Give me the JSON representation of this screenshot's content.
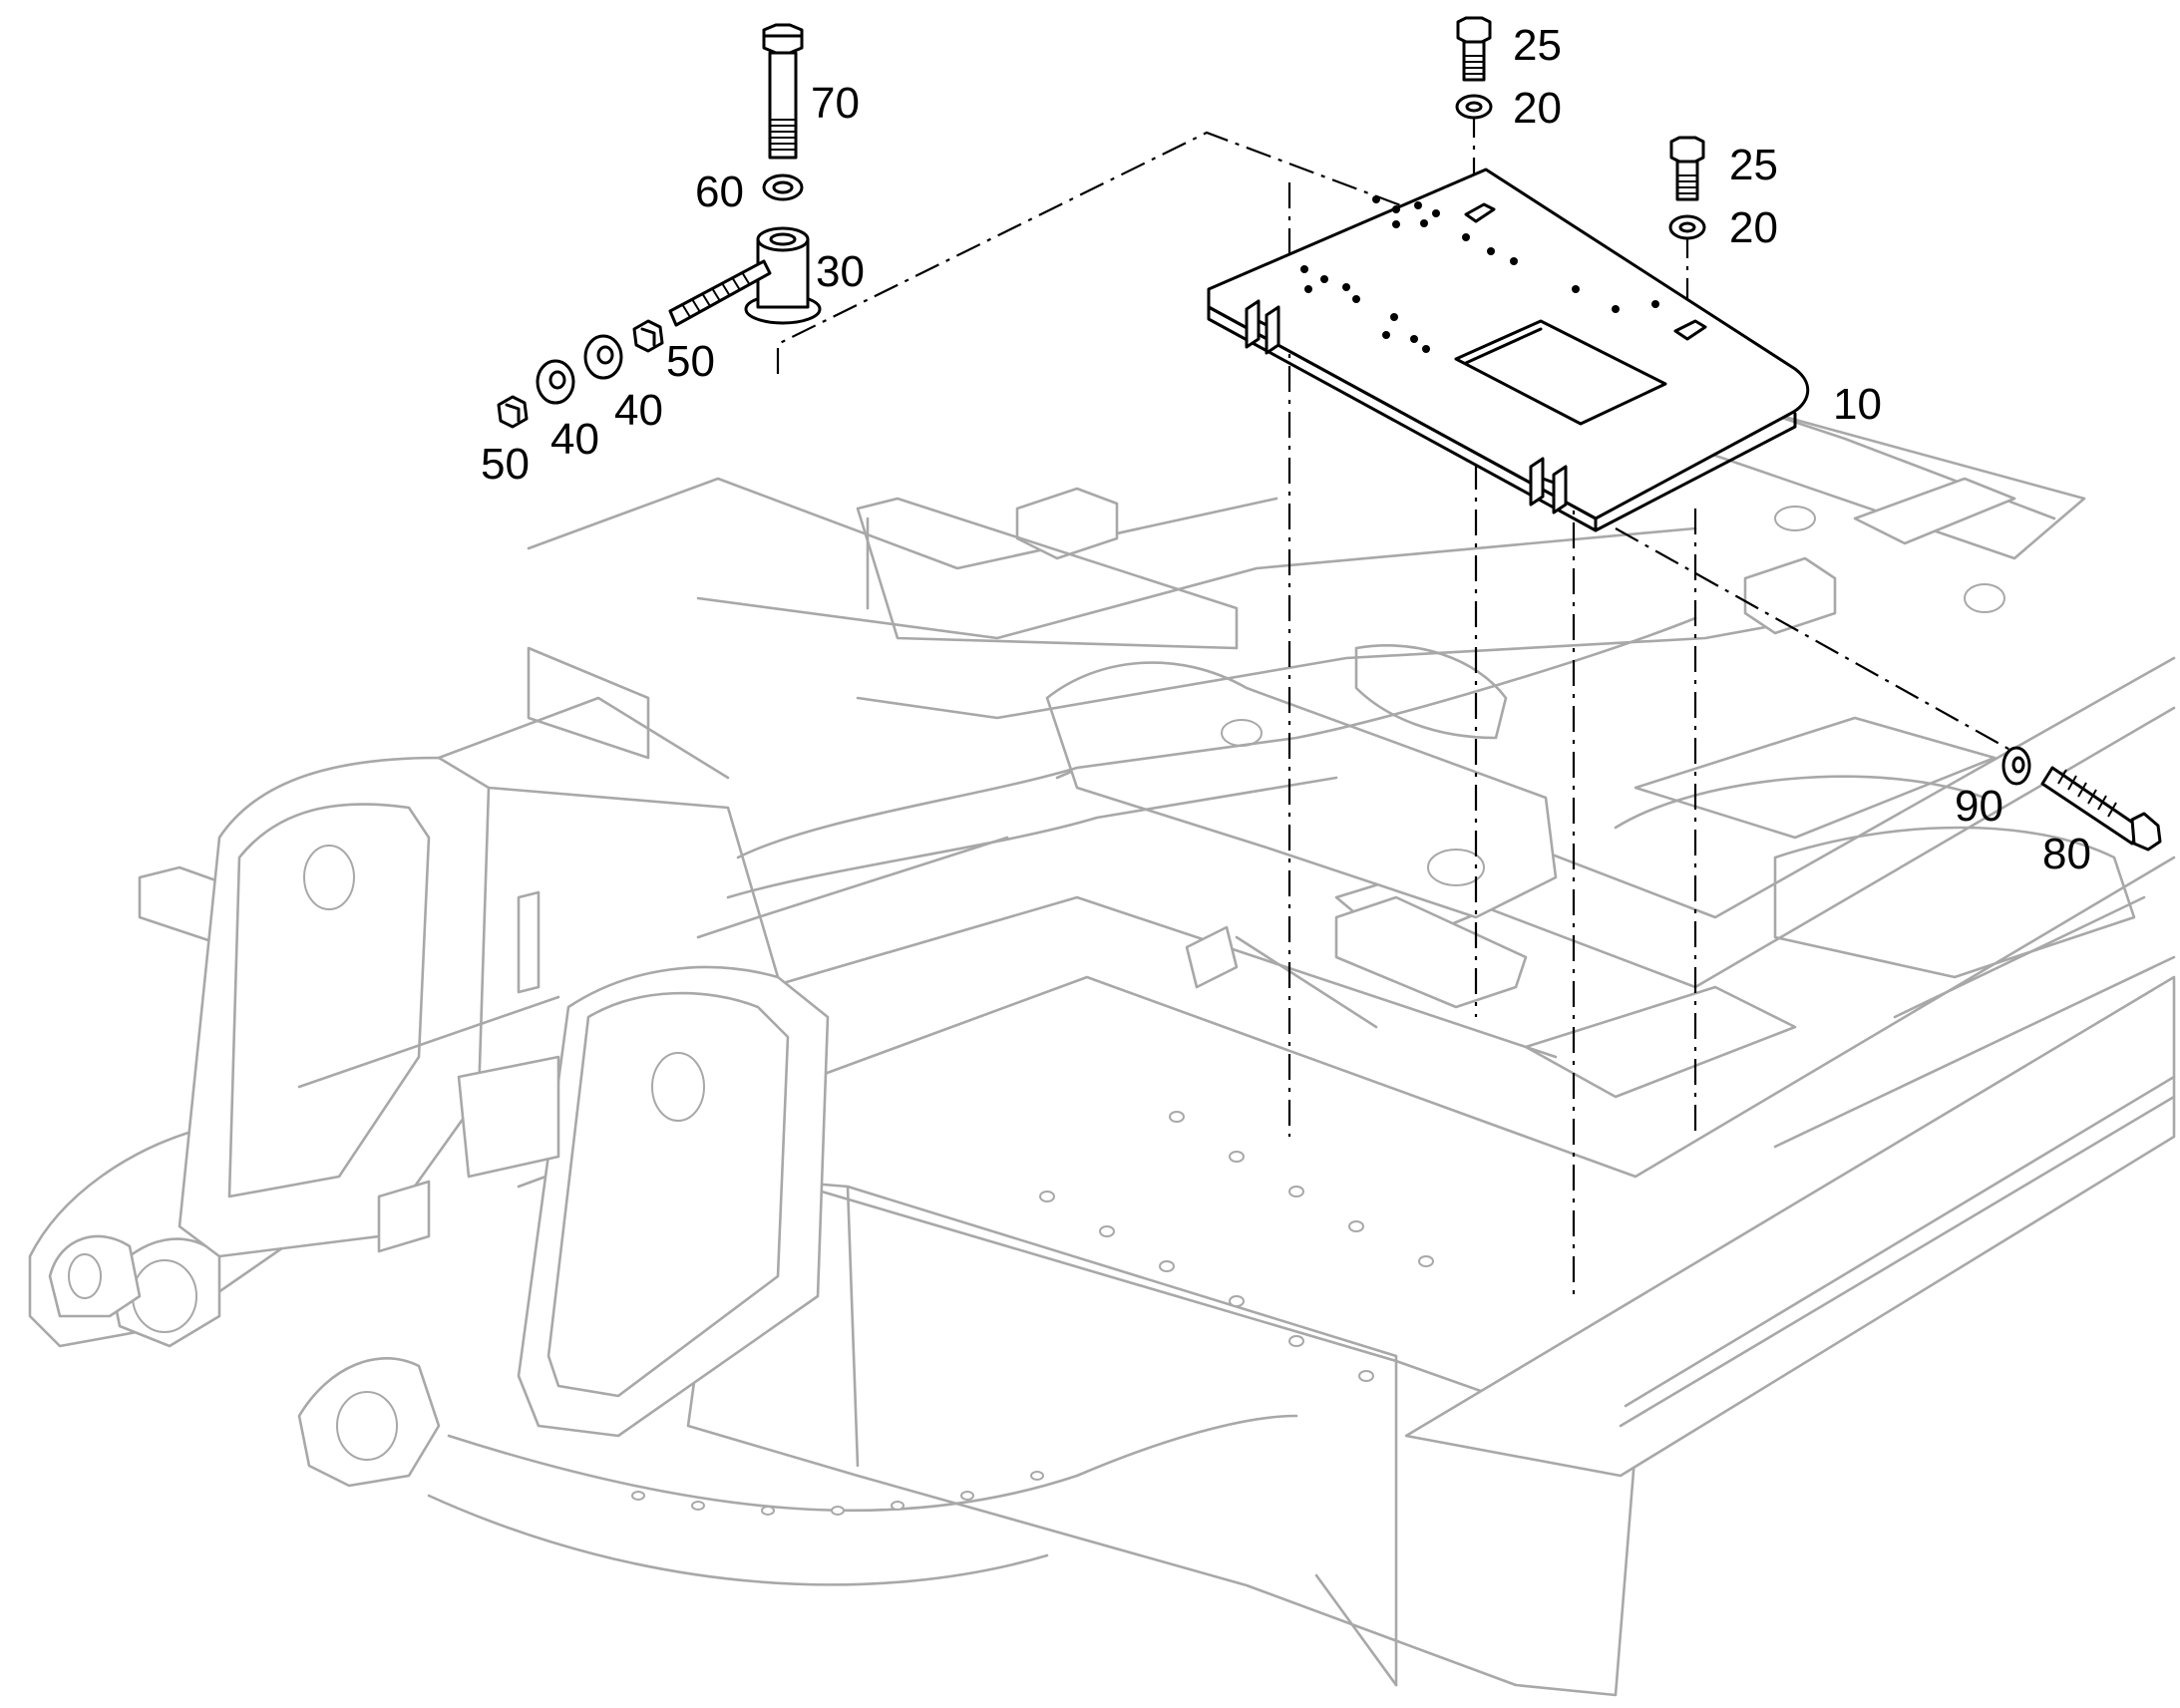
{
  "callouts": {
    "c70": "70",
    "c60": "60",
    "c30": "30",
    "c50a": "50",
    "c40a": "40",
    "c40b": "40",
    "c50b": "50",
    "c25a": "25",
    "c20a": "20",
    "c25b": "25",
    "c20b": "20",
    "c10": "10",
    "c90": "90",
    "c80": "80"
  }
}
